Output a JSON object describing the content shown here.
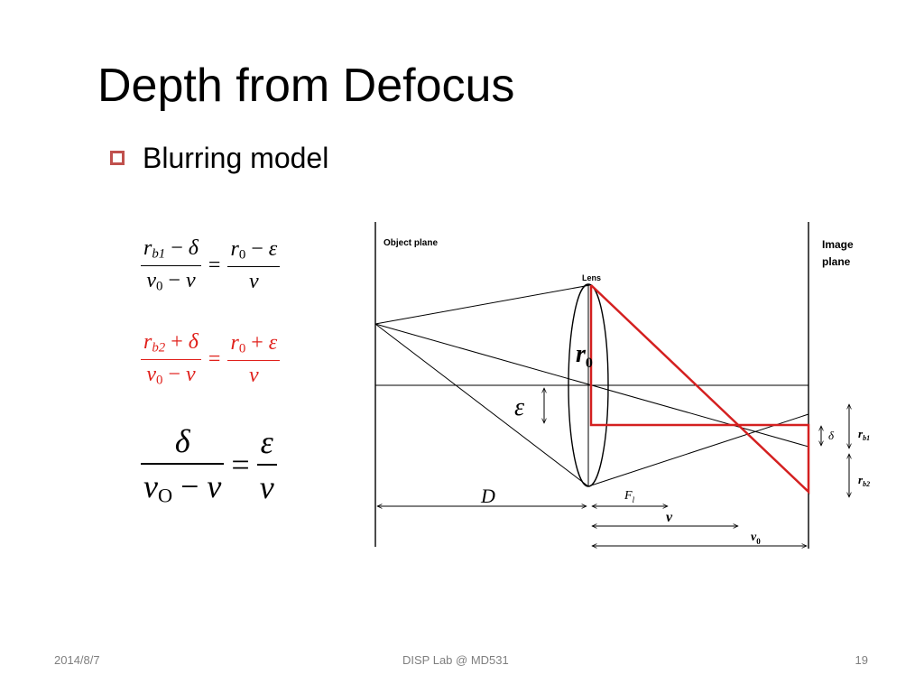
{
  "slide": {
    "title": "Depth from Defocus",
    "bullet": "Blurring model"
  },
  "equations": {
    "eq1": {
      "r": "r",
      "rb1_sub": "b1",
      "minus": "−",
      "delta": "δ",
      "equals": "=",
      "r0_sub": "0",
      "epsilon": "ε",
      "v": "v",
      "v0_sub": "0"
    },
    "eq2": {
      "r": "r",
      "rb2_sub": "b2",
      "plus": "+",
      "delta": "δ",
      "equals": "=",
      "r0_sub": "0",
      "epsilon": "ε",
      "v": "v",
      "minus": "−",
      "v0_sub": "0",
      "color": "#e0201b"
    },
    "eq3": {
      "delta": "δ",
      "equals": "=",
      "epsilon": "ε",
      "v": "v",
      "v0_sub": "O",
      "minus": "−"
    }
  },
  "diagram": {
    "object_plane": "Object plane",
    "image_plane_line1": "Image",
    "image_plane_line2": "plane",
    "lens": "Lens",
    "r0_main": "r",
    "r0_sub": "0",
    "epsilon": "ε",
    "D": "D",
    "Fl_main": "F",
    "Fl_sub": "l",
    "v": "v",
    "v0_main": "v",
    "v0_sub": "0",
    "delta": "δ",
    "rb1_main": "r",
    "rb1_sub": "b1",
    "rb2_main": "r",
    "rb2_sub": "b2",
    "highlight_color": "#d42020"
  },
  "footer": {
    "date": "2014/8/7",
    "lab": "DISP Lab @ MD531",
    "page": "19"
  }
}
